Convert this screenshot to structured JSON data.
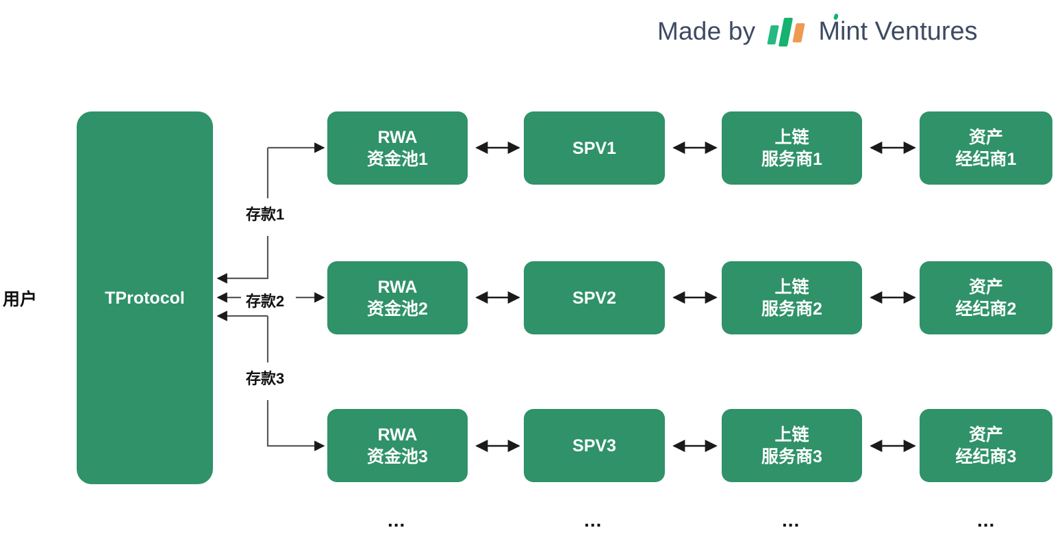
{
  "brand": {
    "made_by_label": "Made by",
    "name_part1": "Mint",
    "name_part2": "Ventures",
    "logo_icon": "mint-ventures-bars-logo",
    "text_color": "#3e4a63",
    "green": "#16b26f",
    "orange": "#ef9a52"
  },
  "diagram": {
    "type": "flow-diagram",
    "node_color": "#2f9268",
    "node_text_color": "#ffffff",
    "connector_color": "#595959",
    "user_label": "用户",
    "protocol": {
      "label": "TProtocol"
    },
    "deposit_labels": [
      "存款1",
      "存款2",
      "存款3"
    ],
    "columns": [
      {
        "key": "rwa-pool",
        "title": "RWA"
      },
      {
        "key": "spv",
        "title": "SPV"
      },
      {
        "key": "onchain-service",
        "title": "上链服务商"
      },
      {
        "key": "asset-broker",
        "title": "资产经纪商"
      }
    ],
    "rows": [
      {
        "index": 1,
        "rwa_line1": "RWA",
        "rwa_line2": "资金池1",
        "spv": "SPV1",
        "service_line1": "上链",
        "service_line2": "服务商1",
        "broker_line1": "资产",
        "broker_line2": "经纪商1"
      },
      {
        "index": 2,
        "rwa_line1": "RWA",
        "rwa_line2": "资金池2",
        "spv": "SPV2",
        "service_line1": "上链",
        "service_line2": "服务商2",
        "broker_line1": "资产",
        "broker_line2": "经纪商2"
      },
      {
        "index": 3,
        "rwa_line1": "RWA",
        "rwa_line2": "资金池3",
        "spv": "SPV3",
        "service_line1": "上链",
        "service_line2": "服务商3",
        "broker_line1": "资产",
        "broker_line2": "经纪商3"
      }
    ],
    "continuation": [
      "...",
      "...",
      "...",
      "..."
    ]
  }
}
